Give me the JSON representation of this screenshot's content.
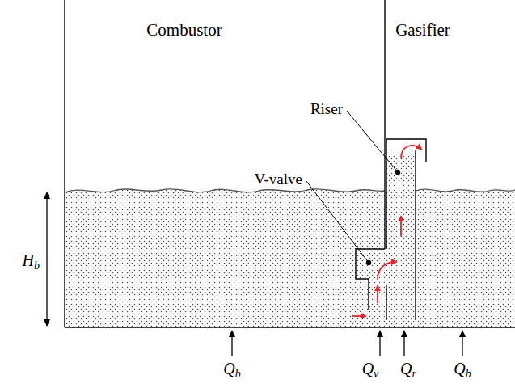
{
  "diagram": {
    "labels": [
      "Combustor",
      "Gasifier",
      "Riser",
      "V-valve",
      "Hb",
      "Qb",
      "Qv",
      "Qr",
      "Qb"
    ]
  }
}
